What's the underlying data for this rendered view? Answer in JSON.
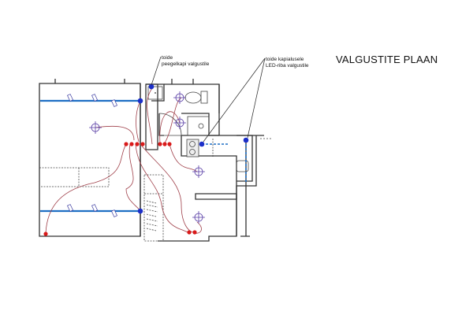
{
  "drawing": {
    "title": "VALGUSTITE PLAAN",
    "annotations": [
      {
        "id": "mirror-cabinet-power",
        "lines": [
          "toide",
          "peegelkapi valgustile"
        ]
      },
      {
        "id": "cabinet-led-power",
        "lines": [
          "toide kapialusele",
          "LED-riba valgustile"
        ]
      }
    ],
    "legend_symbols": {
      "light_point": "blue filled dot (power outlet for luminaire)",
      "led_strip": "blue line (LED strip lighting)",
      "switch": "red dot (light switch)",
      "ceiling_light": "crosshair circle (ceiling luminaire)",
      "wiring": "red curved line (switch wiring)"
    },
    "colors": {
      "led": "#1f6fc4",
      "switch": "#d91a1a",
      "point": "#1c2fc9",
      "wiring": "#a0404a",
      "ceiling": "#5a3fa6",
      "walls": "#333333"
    }
  }
}
